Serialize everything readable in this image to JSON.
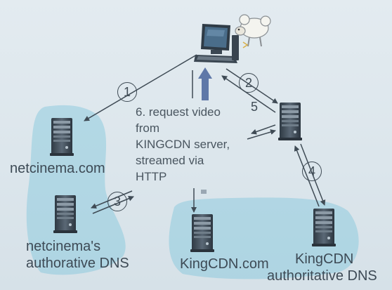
{
  "nodes": {
    "netcinema": "netcinema.com",
    "netcinema_dns_line1": "netcinema's",
    "netcinema_dns_line2": "authorative DNS",
    "kingcdn": "KingCDN.com",
    "kingcdn_dns_line1": "KingCDN",
    "kingcdn_dns_line2": "authoritative DNS"
  },
  "step6": {
    "line1": "6. request video",
    "line2": "from",
    "line3": "KINGCDN server,",
    "line4": "streamed via",
    "line5": "HTTP"
  },
  "steps": [
    "1",
    "2",
    "3",
    "4",
    "5"
  ],
  "colors": {
    "region": "#7fc5dc",
    "server_dark": "#3a4550",
    "server_mid": "#5b6a78",
    "arrow": "#3f4b55",
    "video_arrow": "#5f78a8",
    "text": "#3d4a55"
  },
  "icons": [
    "desktop-computer-icon",
    "sheep-clipart-icon",
    "server-icon"
  ]
}
